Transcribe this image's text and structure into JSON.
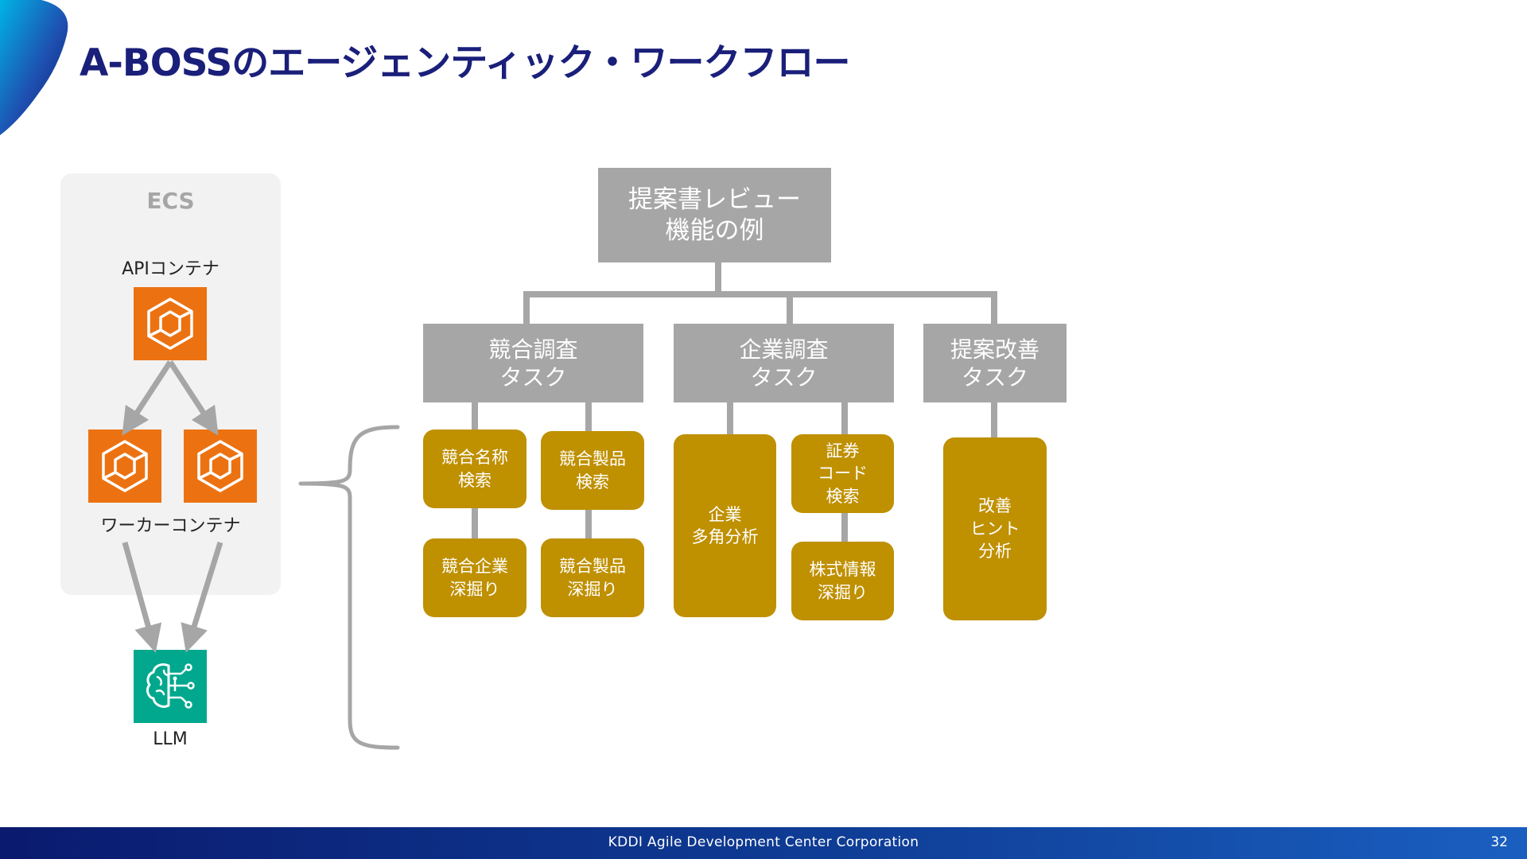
{
  "slide": {
    "title": "A-BOSSのエージェンティック・ワークフロー",
    "page_number": "32",
    "footer_company": "KDDI Agile Development Center Corporation"
  },
  "architecture": {
    "ecs_label": "ECS",
    "api_container_label": "APIコンテナ",
    "worker_container_label": "ワーカーコンテナ",
    "llm_label": "LLM",
    "icons": {
      "api": "ecs-container-icon",
      "worker": "ecs-container-icon",
      "llm": "llm-brain-icon"
    }
  },
  "workflow": {
    "root": "提案書レビュー\n機能の例",
    "tasks": [
      {
        "label": "競合調査\nタスク",
        "subtasks": [
          "競合名称\n検索",
          "競合製品\n検索",
          "競合企業\n深掘り",
          "競合製品\n深掘り"
        ]
      },
      {
        "label": "企業調査\nタスク",
        "subtasks": [
          "企業\n多角分析",
          "証券\nコード\n検索",
          "株式情報\n深掘り"
        ]
      },
      {
        "label": "提案改善\nタスク",
        "subtasks": [
          "改善\nヒント\n分析"
        ]
      }
    ]
  },
  "colors": {
    "title": "#1a1f7a",
    "task_box": "#a6a6a6",
    "subtask_box": "#bf9000",
    "container_icon": "#ec7211",
    "llm_icon": "#01a88d",
    "ecs_panel": "#f2f2f2"
  }
}
